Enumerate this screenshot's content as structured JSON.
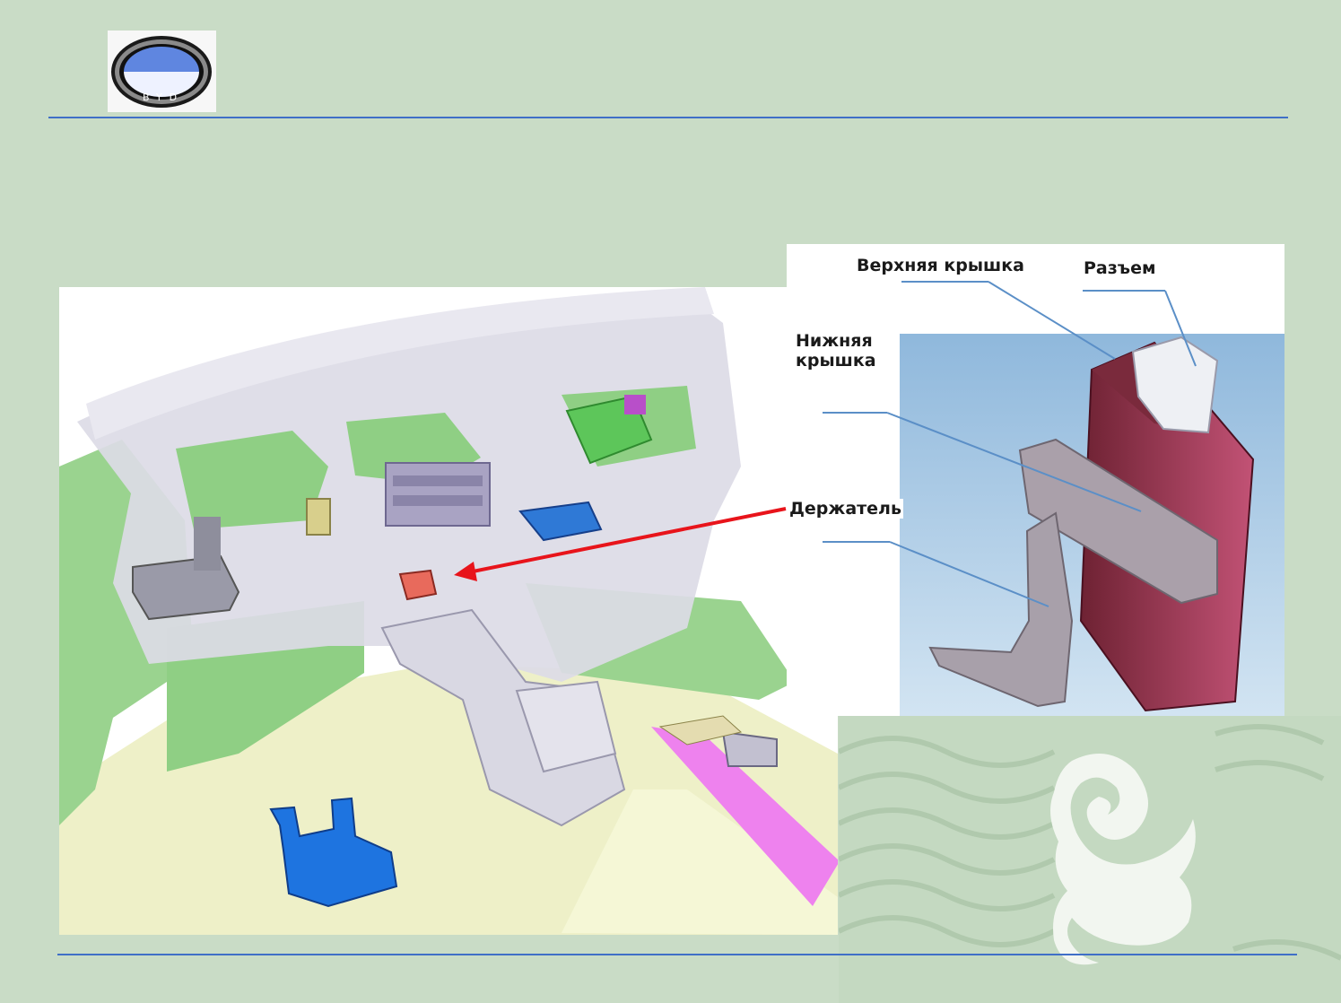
{
  "logo": {
    "text": "BYD",
    "icon": "byd-logo"
  },
  "callouts": {
    "upper_cover": "Верхняя крышка",
    "connector": "Разъем",
    "lower_cover": "Нижняя крышка",
    "holder": "Держатель"
  },
  "colors": {
    "background": "#c9dcc6",
    "rule": "#3f6fc7",
    "arrow": "#e8141b",
    "module_body": "#a33a55",
    "bracket": "#9a8f98"
  }
}
